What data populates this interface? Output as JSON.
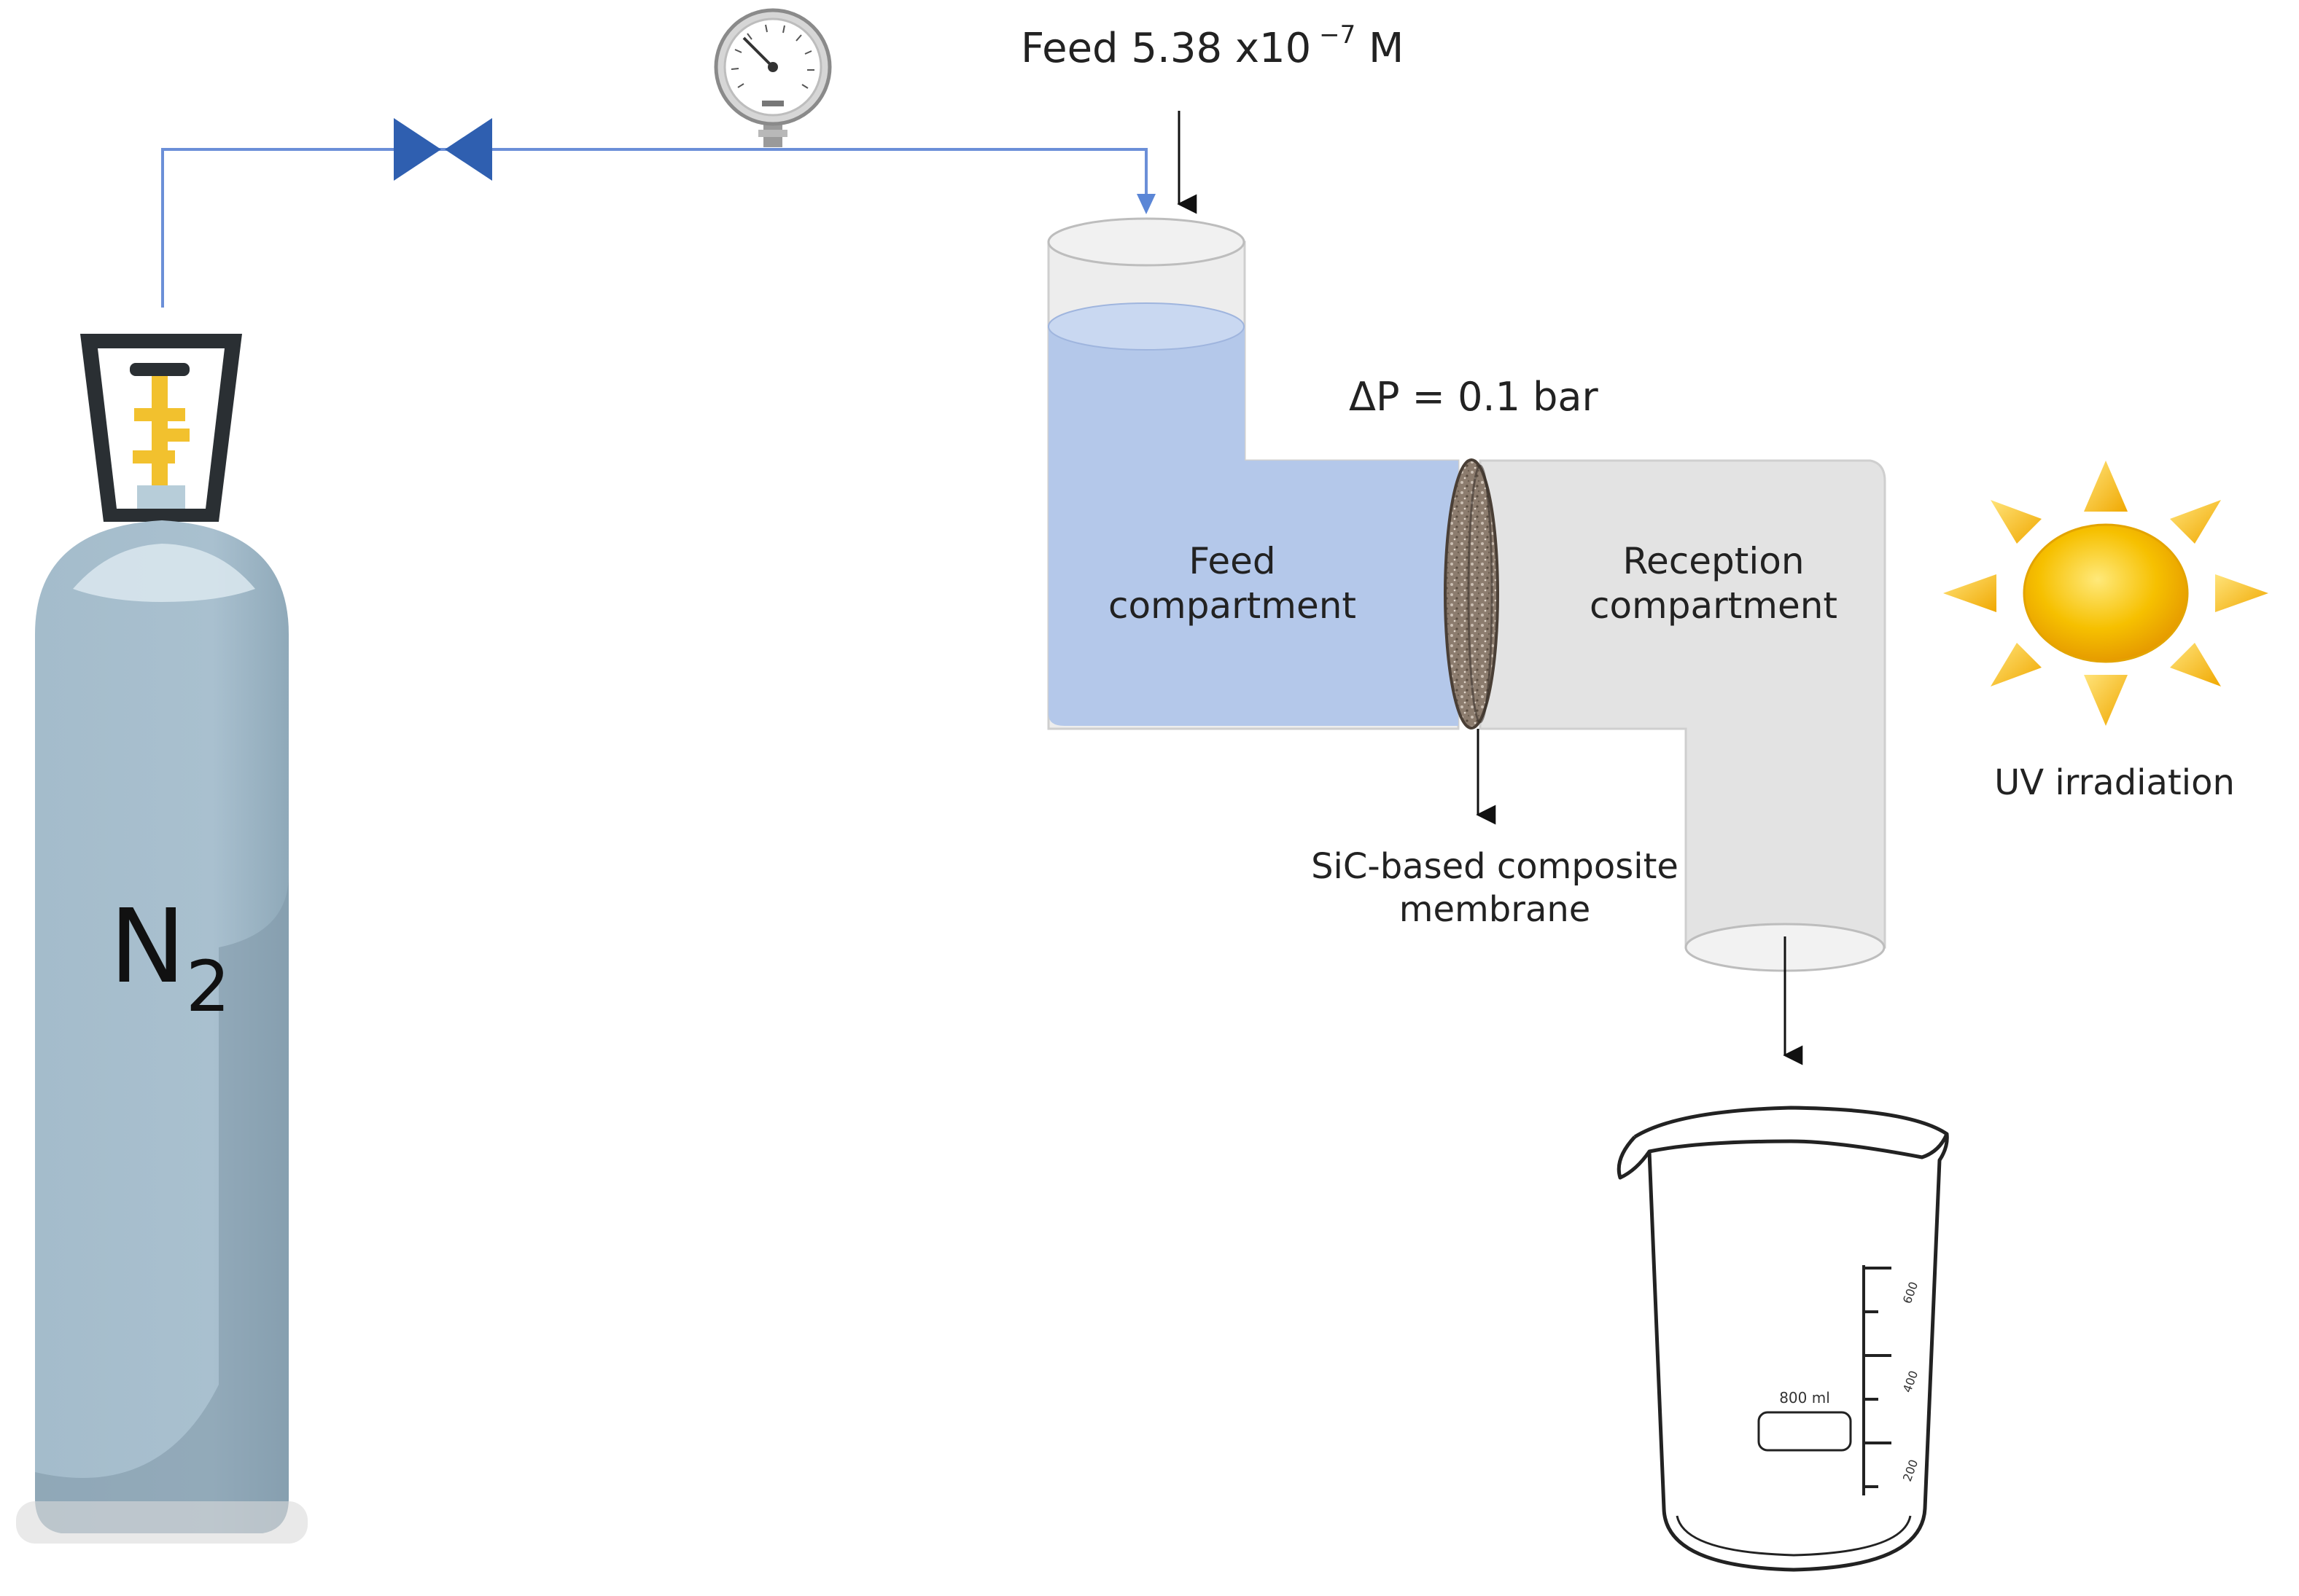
{
  "feed": {
    "text": "Feed 5.38 x10",
    "exponent": " −7",
    "unit": " M"
  },
  "pressure_drop": "ΔP = 0.1 bar",
  "feed_compartment": {
    "line1": "Feed",
    "line2": "compartment"
  },
  "reception_compartment": {
    "line1": "Reception",
    "line2": "compartment"
  },
  "membrane": {
    "line1": "SiC-based composite",
    "line2": "membrane"
  },
  "uv": "UV irradiation",
  "gas": {
    "symbol": "N",
    "subscript": "2"
  },
  "beaker": {
    "volume_label": "800 ml",
    "scale": [
      "600",
      "400",
      "200"
    ]
  },
  "colors": {
    "pipe": "#5b86d6",
    "valve": "#2f5fb0",
    "liquid": "#b4c8ea",
    "cylinder_body": "#a6bccb",
    "cylinder_dark": "#7f98a8",
    "regulator_yellow": "#f2c12e",
    "sun": "#f6b800",
    "membrane": "#8a7a6c",
    "glass": "#dadada"
  }
}
